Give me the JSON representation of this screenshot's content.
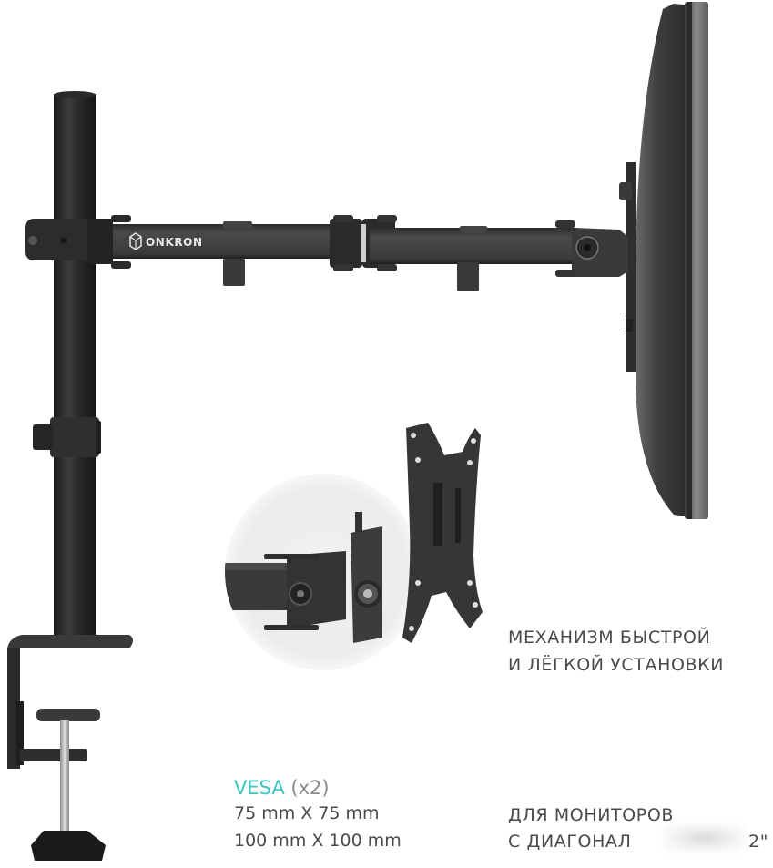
{
  "product": {
    "brand": "ONKRON",
    "logo_icon": "onkron-cube-logo-icon"
  },
  "feature_callout": {
    "line1": "МЕХАНИЗМ БЫСТРОЙ",
    "line2": "И ЛЁГКОЙ УСТАНОВКИ"
  },
  "vesa": {
    "label": "VESA",
    "multiplier": "(x2)",
    "sizes": [
      "75 mm X 75 mm",
      "100 mm X 100 mm"
    ]
  },
  "monitor_info": {
    "line1": "ДЛЯ МОНИТОРОВ",
    "line2_visible_start": "С ДИАГОНАЛ",
    "line2_visible_end": "2\""
  },
  "colors": {
    "accent": "#3ec6c2",
    "text": "#4a4a4a",
    "muted": "#8a8a8a",
    "metal_dark": "#2b2b2b",
    "metal_mid": "#4a4a4a",
    "inset_bg": "#efefed"
  }
}
